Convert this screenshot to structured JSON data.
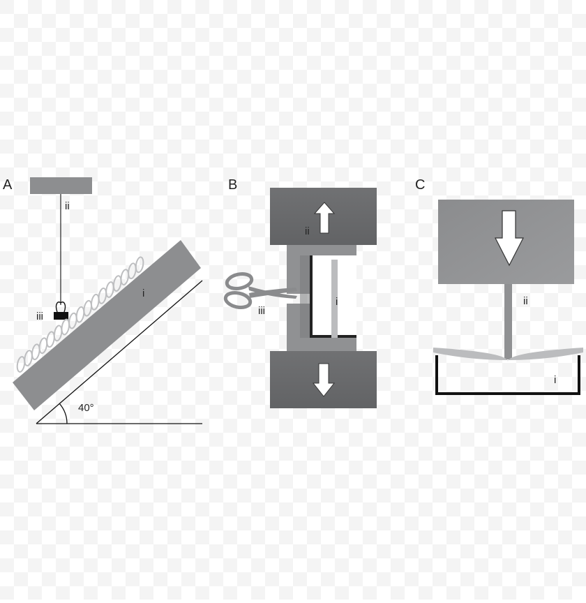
{
  "panels": {
    "a": {
      "letter": "A",
      "angle_value": 40,
      "angle_label": "40°",
      "roman": {
        "i": "i",
        "ii": "ii",
        "iii": "iii"
      },
      "hair_loops": 17
    },
    "b": {
      "letter": "B",
      "roman": {
        "i": "i",
        "ii": "ii",
        "iii": "iii"
      }
    },
    "c": {
      "letter": "C",
      "roman": {
        "i": "i",
        "ii": "ii"
      }
    }
  },
  "colors": {
    "checker_light": "#ffffff",
    "checker_dark": "#f4f4f4",
    "plate_gray": "#8d8e90",
    "dark_gray": "#6a6b6d",
    "mid_gray": "#909193",
    "light_gray": "#bbbcbe",
    "black": "#111111",
    "arrow_fill": "#ffffff",
    "text": "#222222"
  },
  "icons": {
    "scissors": "scissors-icon",
    "binder_clip": "binder-clip-icon",
    "arrows": [
      "arrow-up-icon",
      "arrow-down-icon"
    ]
  }
}
